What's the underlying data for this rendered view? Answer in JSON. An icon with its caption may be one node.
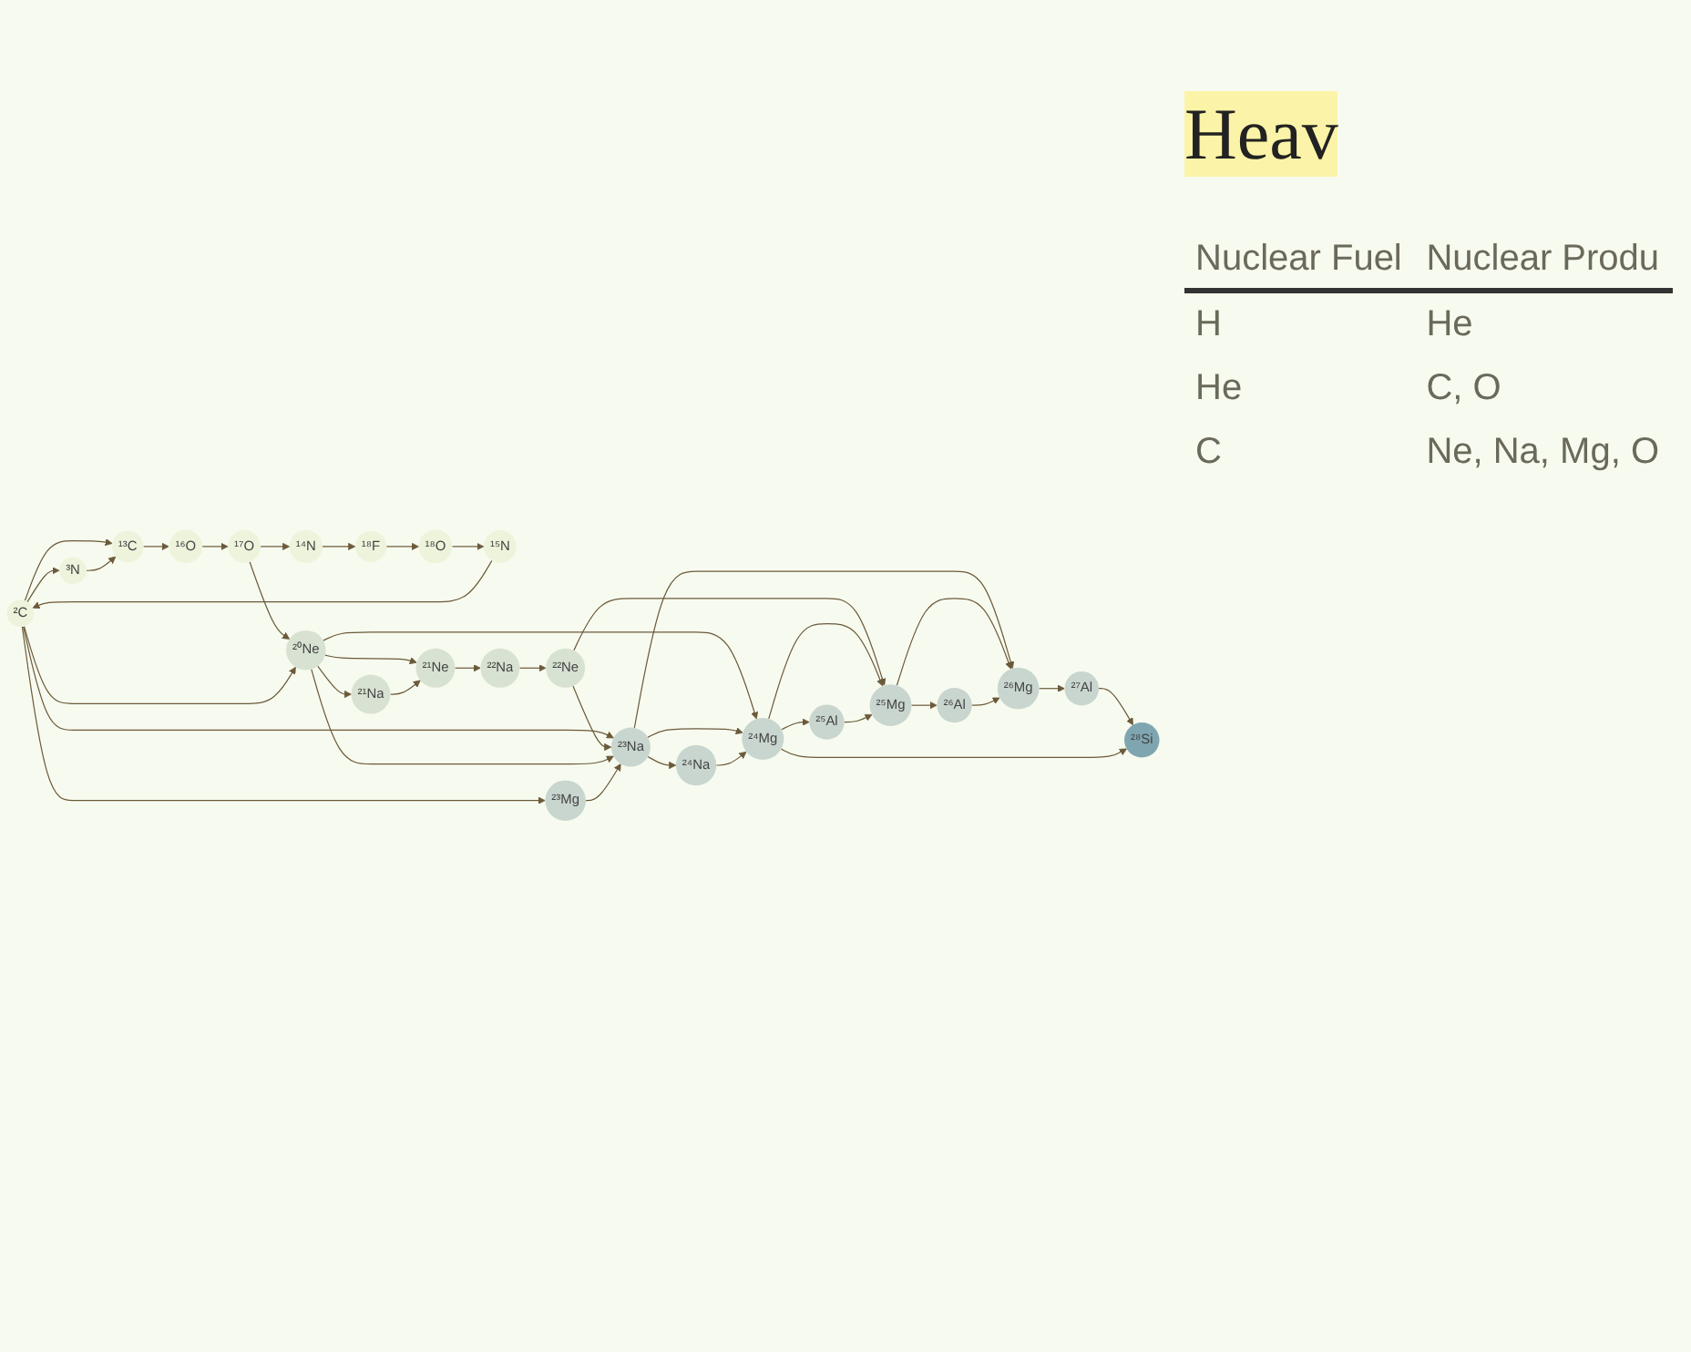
{
  "diagram": {
    "nodes": [
      {
        "text": [
          "²C"
        ]
      },
      {
        "text": [
          "³N"
        ]
      },
      {
        "text": [
          "¹³C"
        ]
      },
      {
        "text": [
          "¹⁴N"
        ]
      },
      {
        "text": [
          "¹⁵N"
        ]
      },
      {
        "text": [
          "¹⁶O"
        ]
      },
      {
        "text": [
          "¹⁷O"
        ]
      },
      {
        "text": [
          "¹⁸O"
        ]
      },
      {
        "text": [
          "¹⁸F"
        ]
      },
      {
        "text": [
          "²⁰Ne"
        ]
      },
      {
        "text": [
          "²¹Ne"
        ]
      },
      {
        "text": [
          "²²Ne"
        ]
      },
      {
        "text": [
          "²¹Na"
        ]
      },
      {
        "text": [
          "²²Na"
        ]
      },
      {
        "text": [
          "²³Na"
        ]
      },
      {
        "text": [
          "²⁴Na"
        ]
      },
      {
        "text": [
          "²³Mg"
        ]
      },
      {
        "text": [
          "²⁴Mg"
        ]
      },
      {
        "text": [
          "²⁵Mg"
        ]
      },
      {
        "text": [
          "²⁶Mg"
        ]
      },
      {
        "text": [
          "²⁵Al"
        ]
      },
      {
        "text": [
          "²⁶Al"
        ]
      },
      {
        "text": [
          "²⁷Al"
        ]
      },
      {
        "text": [
          "²⁸Si"
        ]
      }
    ],
    "edges": [
      {
        "from": 0,
        "to": 2,
        "arrow": "to"
      },
      {
        "from": 0,
        "to": 1,
        "arrow": "to"
      },
      {
        "from": 1,
        "to": 2,
        "arrow": "to"
      },
      {
        "from": 2,
        "to": 5,
        "arrow": "to"
      },
      {
        "from": 5,
        "to": 6,
        "arrow": "to"
      },
      {
        "from": 6,
        "to": 3,
        "arrow": "to"
      },
      {
        "from": 7,
        "to": 4,
        "arrow": "to"
      },
      {
        "from": 4,
        "to": 0,
        "arrow": "to"
      },
      {
        "from": 3,
        "to": 8,
        "arrow": "to"
      },
      {
        "from": 8,
        "to": 7,
        "arrow": "to"
      },
      {
        "from": 6,
        "to": 9,
        "arrow": "to"
      },
      {
        "from": 0,
        "to": 16,
        "arrow": "to"
      },
      {
        "from": 0,
        "to": 14,
        "arrow": "to"
      },
      {
        "from": 0,
        "to": 9,
        "arrow": "to"
      },
      {
        "from": 9,
        "to": 10,
        "arrow": "to"
      },
      {
        "from": 9,
        "to": 12,
        "arrow": "to"
      },
      {
        "from": 10,
        "to": 13,
        "arrow": "to"
      },
      {
        "from": 12,
        "to": 10,
        "arrow": "to"
      },
      {
        "from": 13,
        "to": 11,
        "arrow": "to"
      },
      {
        "from": 11,
        "to": 14,
        "arrow": "to"
      },
      {
        "from": 11,
        "to": 18,
        "arrow": "to"
      },
      {
        "from": 9,
        "to": 14,
        "arrow": "to"
      },
      {
        "from": 9,
        "to": 17,
        "arrow": "to"
      },
      {
        "from": 16,
        "to": 14,
        "arrow": "to"
      },
      {
        "from": 14,
        "to": 17,
        "arrow": "to"
      },
      {
        "from": 14,
        "to": 15,
        "arrow": "to"
      },
      {
        "from": 14,
        "to": 19,
        "arrow": "to"
      },
      {
        "from": 15,
        "to": 17,
        "arrow": "to"
      },
      {
        "from": 17,
        "to": 18,
        "arrow": "to"
      },
      {
        "from": 18,
        "to": 19,
        "arrow": "to"
      },
      {
        "from": 17,
        "to": 20,
        "arrow": "to"
      },
      {
        "from": 18,
        "to": 21,
        "arrow": "to"
      },
      {
        "from": 19,
        "to": 22,
        "arrow": "to"
      },
      {
        "from": 22,
        "to": 23,
        "arrow": "to"
      },
      {
        "from": 17,
        "to": 23,
        "arrow": "to"
      },
      {
        "from": 20,
        "to": 18,
        "arrow": "to"
      },
      {
        "from": 21,
        "to": 19,
        "arrow": "to"
      }
    ],
    "labels": [
      "Heav",
      "Nuclear Fuel",
      "Nuclear Produ",
      "H",
      "He",
      "He",
      "C, O",
      "C",
      "Ne, Na, Mg, O"
    ]
  }
}
